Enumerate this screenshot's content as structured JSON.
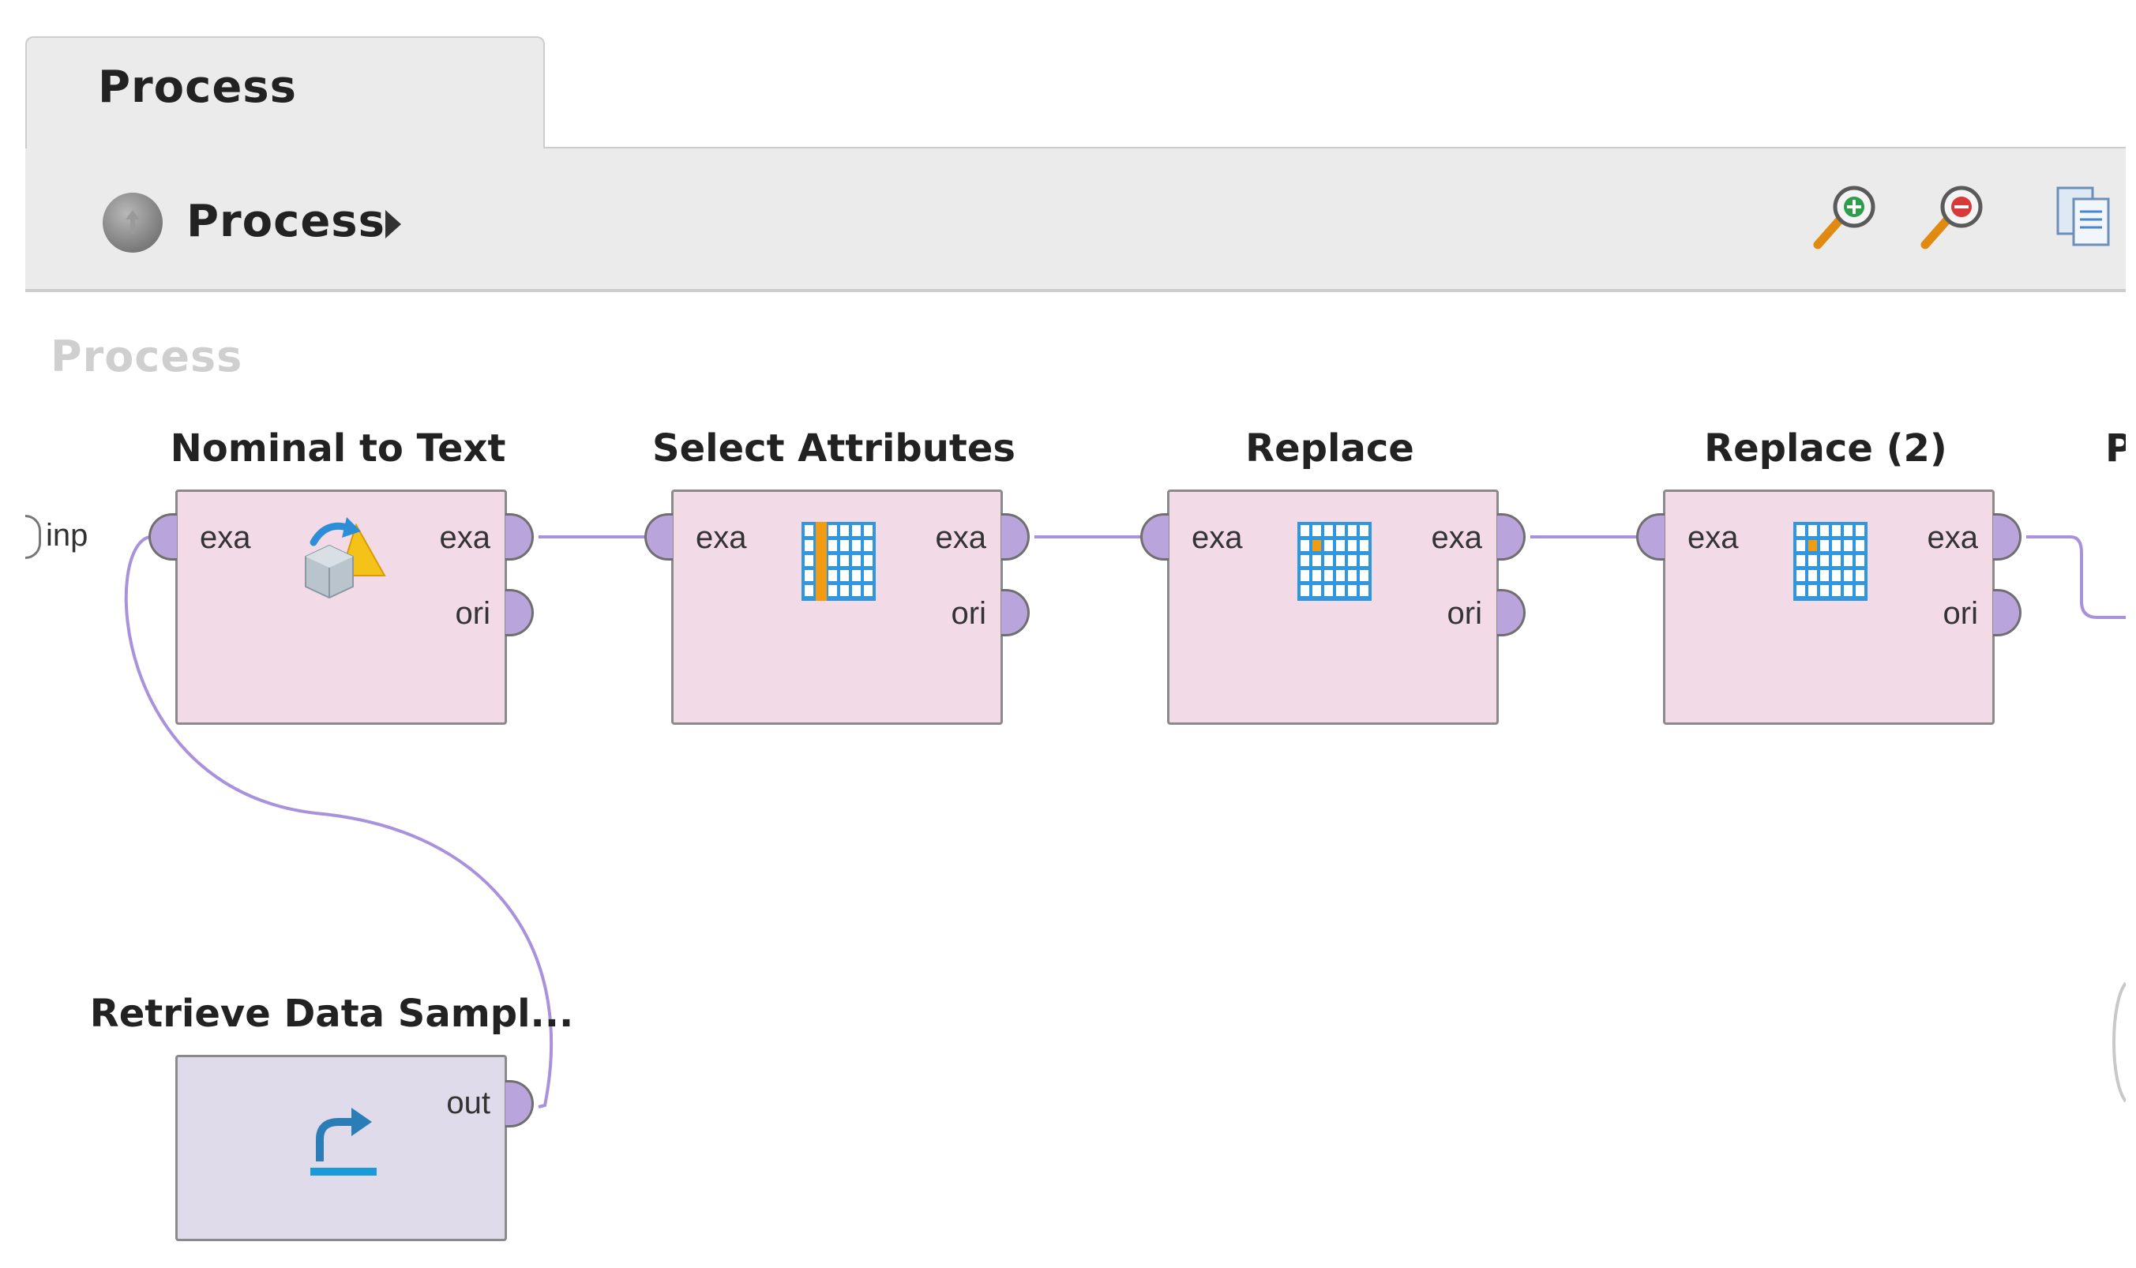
{
  "tab": {
    "label": "Process"
  },
  "breadcrumb": {
    "label": "Process"
  },
  "toolbar": {
    "zoom_in_icon": "zoom-in-icon",
    "zoom_out_icon": "zoom-out-icon",
    "copy_icon": "copy-icon"
  },
  "canvas": {
    "title": "Process",
    "process_input_label": "inp",
    "operators": [
      {
        "title": "Nominal to Text",
        "in_port": "exa",
        "out_ports": [
          "exa",
          "ori"
        ],
        "icon": "nominal-to-text-icon"
      },
      {
        "title": "Select Attributes",
        "in_port": "exa",
        "out_ports": [
          "exa",
          "ori"
        ],
        "icon": "select-attributes-icon"
      },
      {
        "title": "Replace",
        "in_port": "exa",
        "out_ports": [
          "exa",
          "ori"
        ],
        "icon": "replace-icon"
      },
      {
        "title": "Replace (2)",
        "in_port": "exa",
        "out_ports": [
          "exa",
          "ori"
        ],
        "icon": "replace-icon"
      },
      {
        "title": "P"
      },
      {
        "title": "Retrieve Data Sampl...",
        "out_ports": [
          "out"
        ],
        "icon": "retrieve-icon"
      }
    ]
  },
  "colors": {
    "operator_fill": "#f2dbe7",
    "retrieve_fill": "#e0dbea",
    "port_fill": "#b9a5dc",
    "wire": "#a892dc"
  }
}
